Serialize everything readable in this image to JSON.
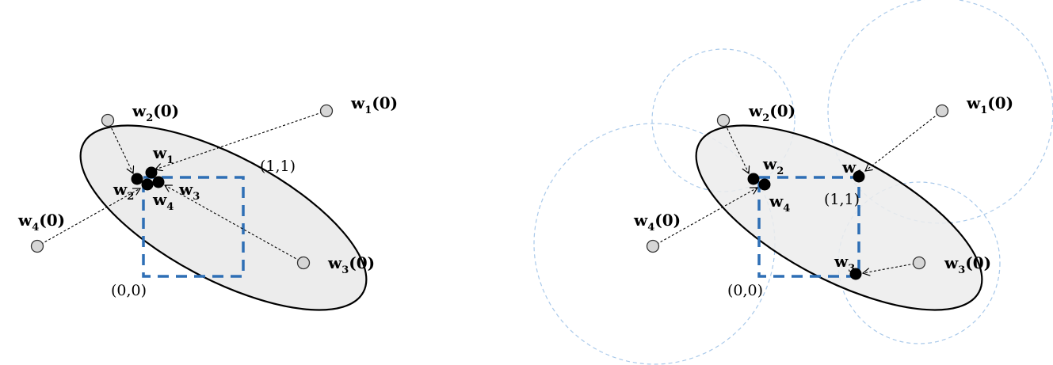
{
  "colors": {
    "ellipse_fill": "#ececec",
    "ellipse_stroke": "#000000",
    "square_dash": "#2e6fb5",
    "circle_dash": "#a9c9ea",
    "init_point": "#d6d6d6",
    "final_point": "#000000"
  },
  "panels": [
    {
      "id": "left",
      "init_labels": {
        "w1": "w",
        "w2": "w",
        "w3": "w",
        "w4": "w"
      },
      "init_subs": {
        "w1": "1",
        "w2": "2",
        "w3": "3",
        "w4": "4"
      },
      "init_args": {
        "w1": "(𝟎)",
        "w2": "(𝟎)",
        "w3": "(𝟎)",
        "w4": "(𝟎)"
      },
      "final_labels": {
        "w1": "w",
        "w2": "w",
        "w3": "w",
        "w4": "w"
      },
      "final_subs": {
        "w1": "1",
        "w2": "2",
        "w3": "3",
        "w4": "4"
      },
      "corner_origin": "(0,0)",
      "corner_one": "(1,1)"
    },
    {
      "id": "right",
      "init_labels": {
        "w1": "w",
        "w2": "w",
        "w3": "w",
        "w4": "w"
      },
      "init_subs": {
        "w1": "1",
        "w2": "2",
        "w3": "3",
        "w4": "4"
      },
      "init_args": {
        "w1": "(𝟎)",
        "w2": "(𝟎)",
        "w3": "(𝟎)",
        "w4": "(𝟎)"
      },
      "final_labels": {
        "w1": "w",
        "w2": "w",
        "w3": "w",
        "w4": "w"
      },
      "final_subs": {
        "w1": "1",
        "w2": "2",
        "w3": "3",
        "w4": "4"
      },
      "corner_origin": "(0,0)",
      "corner_one": "(1,1)"
    }
  ]
}
